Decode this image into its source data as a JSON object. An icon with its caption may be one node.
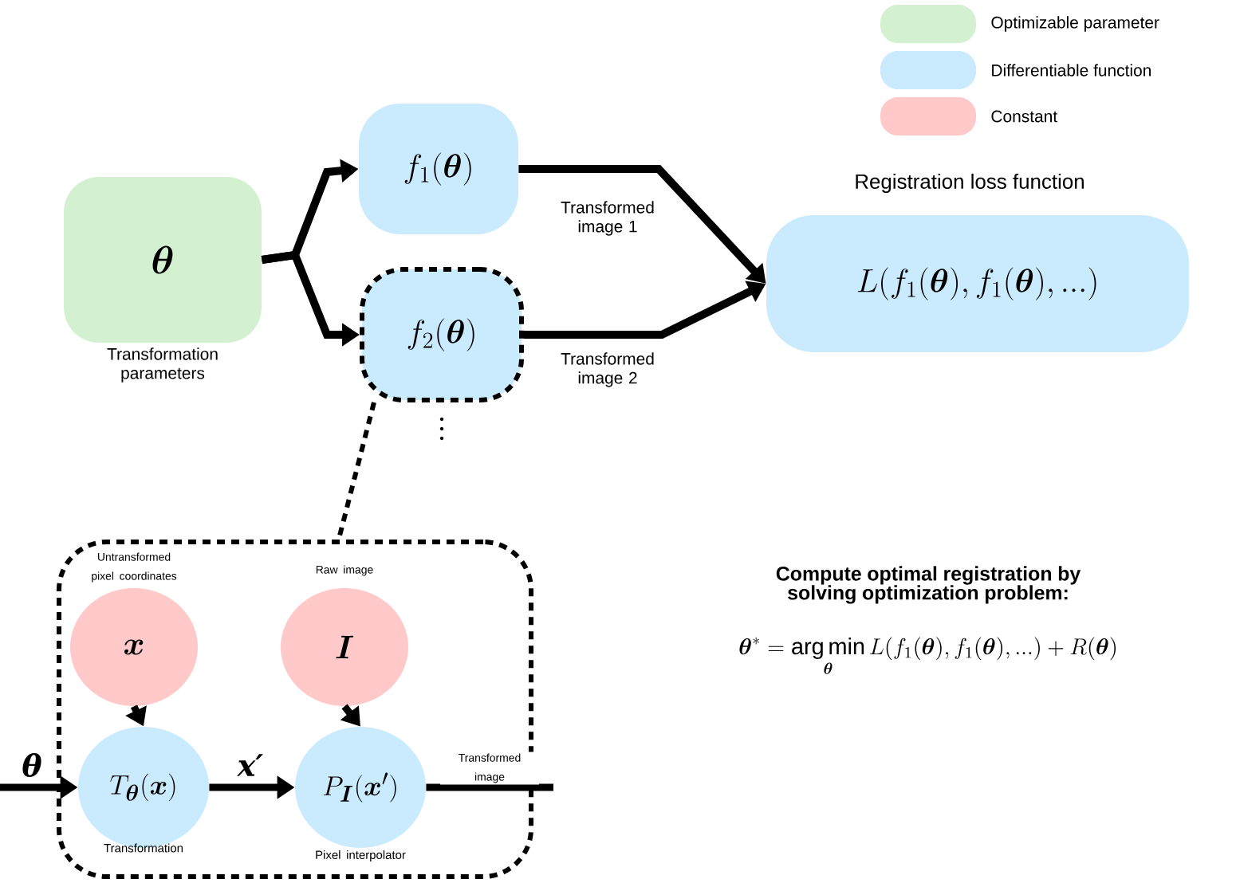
{
  "diagram": {
    "nodes": [
      {
        "text": [
          "\\boldsymbol{\\theta}"
        ],
        "beside": [
          "Transformation parameters"
        ]
      },
      {
        "text": [
          "f_1(\\boldsymbol{\\theta})"
        ]
      },
      {
        "text": [
          "f_2(\\boldsymbol{\\theta})"
        ]
      },
      {
        "text": [
          "Registration loss function",
          "L(f_1(\\boldsymbol{\\theta}), f_1(\\boldsymbol{\\theta}), ...)"
        ]
      },
      {
        "text": [],
        "shape": "box"
      },
      {
        "text": [
          "\\boldsymbol{x}"
        ],
        "beside": [
          "Untransformed pixel coordinates"
        ],
        "in": 4
      },
      {
        "text": [
          "\\boldsymbol{I}"
        ],
        "beside": [
          "Raw image"
        ],
        "in": 4
      },
      {
        "text": [
          "T_{\\boldsymbol{\\theta}}(\\boldsymbol{x})"
        ],
        "beside": [
          "Transformation"
        ],
        "in": 4
      },
      {
        "text": [
          "P_{\\boldsymbol{I}}(\\boldsymbol{x}')"
        ],
        "beside": [
          "Pixel interpolator"
        ],
        "in": 4
      }
    ],
    "edges": [
      {
        "from": 0,
        "to": 1,
        "arrow": "to"
      },
      {
        "from": 0,
        "to": 2,
        "arrow": "to"
      },
      {
        "from": 1,
        "to": 3,
        "arrow": "to",
        "label": "Transformed image 1"
      },
      {
        "from": 2,
        "to": 3,
        "arrow": "to",
        "label": "Transformed image 2"
      },
      {
        "from": 2,
        "to": 4,
        "arrow": "none",
        "style": "dashed"
      },
      {
        "from": 5,
        "to": 7,
        "arrow": "to"
      },
      {
        "from": 6,
        "to": 8,
        "arrow": "to"
      },
      {
        "from": null,
        "to": 7,
        "arrow": "to",
        "label": "θ"
      },
      {
        "from": 7,
        "to": 8,
        "arrow": "to",
        "label": "x′"
      },
      {
        "from": 8,
        "to": null,
        "arrow": "none",
        "label": "Transformed image"
      }
    ],
    "labels": [
      "Compute optimal registration by solving optimization problem:",
      "\\boldsymbol{\\theta}^* = \\operatorname*{arg\\,min}_{\\boldsymbol{\\theta}} L(f_1(\\boldsymbol{\\theta}), f_1(\\boldsymbol{\\theta}), ...) + R(\\boldsymbol{\\theta})"
    ],
    "legend": [
      {
        "text": "Optimizable parameter",
        "color": "#d3f1d1"
      },
      {
        "text": "Differentiable function",
        "color": "#c9ebfd"
      },
      {
        "text": "Constant",
        "color": "#ffc9c9"
      }
    ]
  }
}
